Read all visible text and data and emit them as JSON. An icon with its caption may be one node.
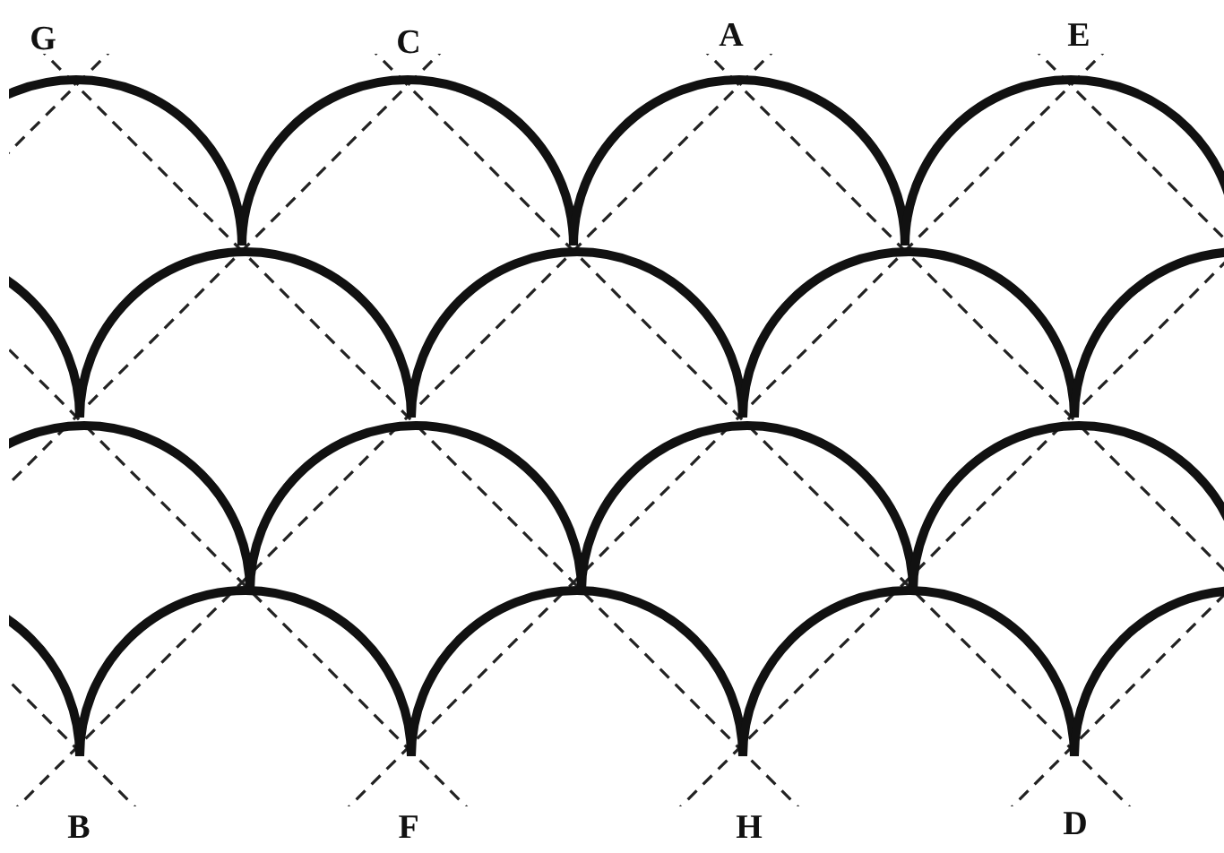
{
  "diagram": {
    "labels": [
      "G",
      "C",
      "A",
      "E",
      "B",
      "F",
      "H",
      "D"
    ]
  }
}
